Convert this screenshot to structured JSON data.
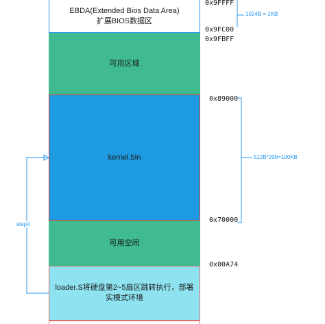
{
  "memory_map": {
    "ebda_line1": "EBDA(Extended Bios Data Area)",
    "ebda_line2": "扩展BIOS数据区",
    "available_area": "可用区域",
    "kernel": "kernel.bin",
    "available_space": "可用空间",
    "loader_line1": "loader.S将硬盘第2~5扇区跳转执行，部署",
    "loader_line2": "实模式环境"
  },
  "addresses": {
    "a1": "0x9FFFF",
    "a2": "0x9FC00",
    "a3": "0x9FBFF",
    "a4": "0x89000",
    "a5": "0x70000",
    "a6": "0x00A74"
  },
  "annotations": {
    "ebda_size": "1024B = 1KB",
    "kernel_size": "512B*200=100KB",
    "step": "step4"
  },
  "colors": {
    "ebda_fill": "#ffffff",
    "available_fill": "#3fbb8f",
    "kernel_fill": "#1e9be0",
    "kernel_border": "#e0393e",
    "loader_fill": "#8fe3f0",
    "loader_border": "#e06b6b",
    "annotation": "#2196f3"
  }
}
